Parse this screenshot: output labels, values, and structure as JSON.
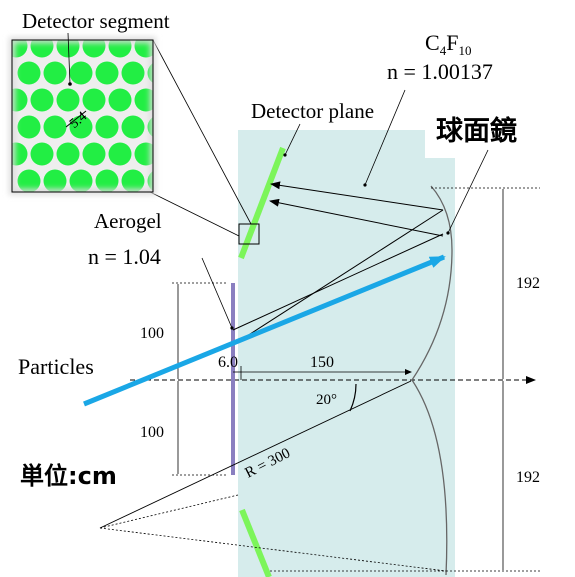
{
  "labels": {
    "detector_segment": "Detector segment",
    "segment_size": "5.4",
    "radiator_gas_formula": "C",
    "radiator_gas_sub1": "4",
    "radiator_gas_f": "F",
    "radiator_gas_sub2": "10",
    "gas_index": "n = 1.00137",
    "detector_plane": "Detector plane",
    "mirror": "球面鏡",
    "aerogel": "Aerogel",
    "aerogel_index": "n = 1.04",
    "particles": "Particles",
    "unit": "単位:cm",
    "dim_100_top": "100",
    "dim_100_bottom": "100",
    "dim_6": "6.0",
    "dim_150": "150",
    "angle": "20°",
    "radius": "R = 300",
    "dim_192_top": "192",
    "dim_192_bottom": "192"
  },
  "colors": {
    "gas_volume": "#d6ecec",
    "detector_green": "#7cf55a",
    "segment_green": "#22ee44",
    "particle_blue": "#1aa7e6",
    "aerogel_purple": "#8a7fc0",
    "mirror_gray": "#555555"
  }
}
